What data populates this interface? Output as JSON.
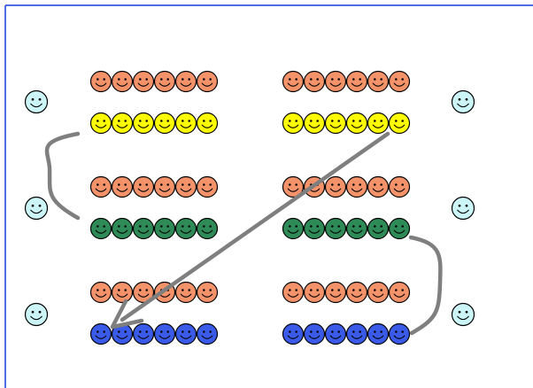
{
  "diagram": {
    "background": "#ffffff",
    "frame_color": "#4a6fe3",
    "arrow_color": "#7f7f7f",
    "face_outline": "#000000",
    "row_group": [
      {
        "rows": [
          {
            "color": "#f4926a",
            "count": 6
          },
          {
            "color": "#ffff00",
            "count": 6
          }
        ]
      },
      {
        "rows": [
          {
            "color": "#f4926a",
            "count": 6
          },
          {
            "color": "#2e8b57",
            "count": 6
          }
        ]
      },
      {
        "rows": [
          {
            "color": "#f4926a",
            "count": 6
          },
          {
            "color": "#3a5ae8",
            "count": 6
          }
        ]
      }
    ],
    "side_face_color": "#ccf5f8",
    "icon": "smiley-face-icon"
  }
}
